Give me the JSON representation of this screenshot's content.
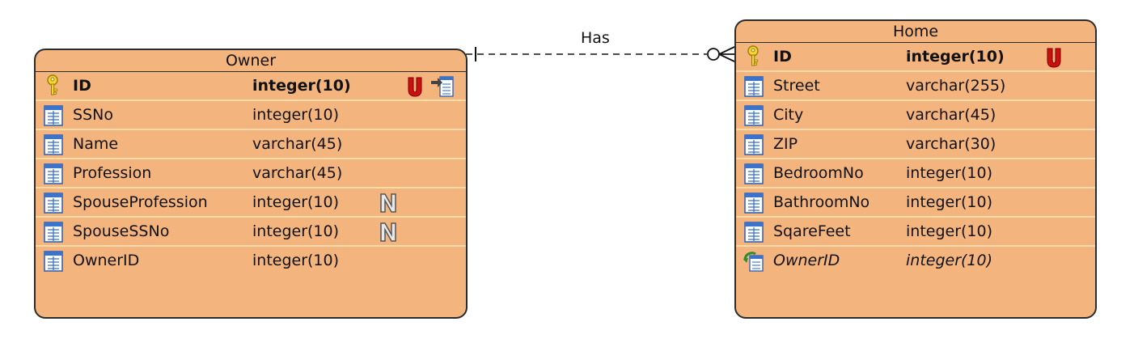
{
  "relationship": {
    "label": "Has",
    "type": "one-to-many, identifying dashed"
  },
  "owner": {
    "title": "Owner",
    "columns": [
      {
        "name": "ID",
        "type": "integer(10)",
        "kind": "pk",
        "badges": [
          "unique-icon",
          "foreign-key-export-icon"
        ]
      },
      {
        "name": "SSNo",
        "type": "integer(10)",
        "kind": "col",
        "badges": []
      },
      {
        "name": "Name",
        "type": "varchar(45)",
        "kind": "col",
        "badges": []
      },
      {
        "name": "Profession",
        "type": "varchar(45)",
        "kind": "col",
        "badges": []
      },
      {
        "name": "SpouseProfession",
        "type": "integer(10)",
        "kind": "col",
        "badges": [
          "nullable-icon"
        ]
      },
      {
        "name": "SpouseSSNo",
        "type": "integer(10)",
        "kind": "col",
        "badges": [
          "nullable-icon"
        ]
      },
      {
        "name": "OwnerID",
        "type": "integer(10)",
        "kind": "col",
        "badges": []
      }
    ]
  },
  "home": {
    "title": "Home",
    "columns": [
      {
        "name": "ID",
        "type": "integer(10)",
        "kind": "pk",
        "badges": [
          "unique-icon"
        ]
      },
      {
        "name": "Street",
        "type": "varchar(255)",
        "kind": "col",
        "badges": []
      },
      {
        "name": "City",
        "type": "varchar(45)",
        "kind": "col",
        "badges": []
      },
      {
        "name": "ZIP",
        "type": "varchar(30)",
        "kind": "col",
        "badges": []
      },
      {
        "name": "BedroomNo",
        "type": "integer(10)",
        "kind": "col",
        "badges": []
      },
      {
        "name": "BathroomNo",
        "type": "integer(10)",
        "kind": "col",
        "badges": []
      },
      {
        "name": "SqareFeet",
        "type": "integer(10)",
        "kind": "col",
        "badges": []
      },
      {
        "name": "OwnerID",
        "type": "integer(10)",
        "kind": "fk",
        "badges": []
      }
    ]
  },
  "colors": {
    "entity_fill": "#f4b47e",
    "border": "#2b2b2b",
    "row_divider": "#f8dcab",
    "unique_badge": "#cc1010"
  }
}
